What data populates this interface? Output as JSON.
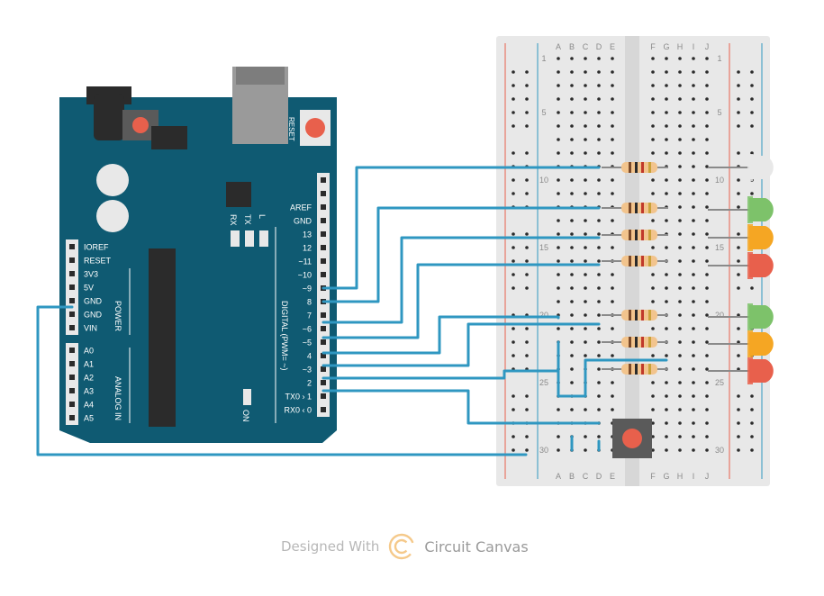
{
  "arduino": {
    "reset_label": "RESET",
    "power_header": [
      "IOREF",
      "RESET",
      "3V3",
      "5V",
      "GND",
      "GND",
      "VIN"
    ],
    "power_title": "POWER",
    "analog_header": [
      "A0",
      "A1",
      "A2",
      "A3",
      "A4",
      "A5"
    ],
    "analog_title": "ANALOG IN",
    "digital_header": [
      "AREF",
      "GND",
      "13",
      "12",
      "~11",
      "~10",
      "~9",
      "8",
      "7",
      "~6",
      "~5",
      "4",
      "~3",
      "2",
      "TX0 › 1",
      "RX0 ‹ 0"
    ],
    "digital_title": "DIGITAL (PWM= ~)",
    "led_labels": [
      "RX",
      "TX",
      "L"
    ],
    "on_label": "ON"
  },
  "breadboard": {
    "columns_left": [
      "A",
      "B",
      "C",
      "D",
      "E"
    ],
    "columns_right": [
      "F",
      "G",
      "H",
      "I",
      "J"
    ],
    "row_numbers": [
      "1",
      "5",
      "10",
      "15",
      "20",
      "25",
      "30"
    ]
  },
  "components": {
    "leds": [
      {
        "color": "#e8e8e8"
      },
      {
        "color": "#7dc26a"
      },
      {
        "color": "#f5a623"
      },
      {
        "color": "#e8604c"
      },
      {
        "color": "#7dc26a"
      },
      {
        "color": "#f5a623"
      },
      {
        "color": "#e8604c"
      }
    ],
    "resistor_count": 7,
    "button_color": "#e8604c"
  },
  "colors": {
    "board": "#0f5a72",
    "wire": "#2f97c1",
    "power_rail_red": "#e8604c",
    "power_rail_blue": "#2f97c1"
  },
  "footer": {
    "prefix": "Designed With",
    "name": "Circuit Canvas"
  }
}
